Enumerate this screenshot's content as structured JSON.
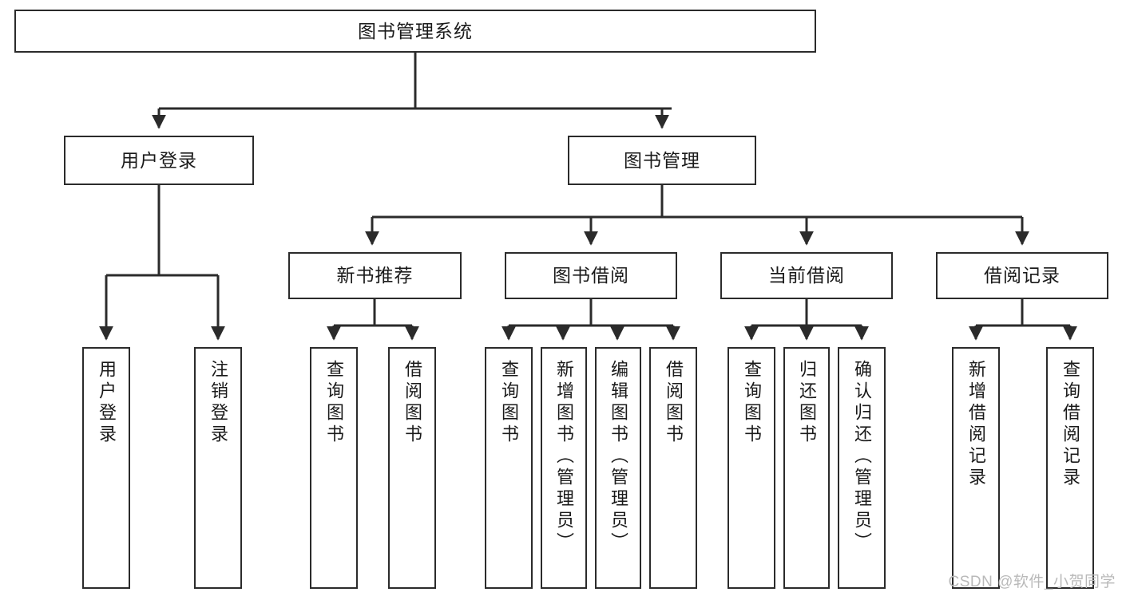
{
  "diagram": {
    "title": "图书管理系统",
    "watermark": "CSDN @软件_小贺同学",
    "stroke_color": "#2b2b2b",
    "fill_color": "#ffffff",
    "background_color": "#ffffff",
    "watermark_color": "#b9b9b9"
  },
  "nodes": {
    "root": {
      "label": "图书管理系统"
    },
    "level2": [
      {
        "id": "user-login",
        "label": "用户登录"
      },
      {
        "id": "book-manage",
        "label": "图书管理"
      }
    ],
    "level3": [
      {
        "id": "new-book-recommend",
        "label": "新书推荐"
      },
      {
        "id": "book-borrow",
        "label": "图书借阅"
      },
      {
        "id": "current-borrow",
        "label": "当前借阅"
      },
      {
        "id": "borrow-record",
        "label": "借阅记录"
      }
    ],
    "leaves": [
      {
        "id": "leaf-user-login",
        "label": "用户登录",
        "parent": "user-login"
      },
      {
        "id": "leaf-logout",
        "label": "注销登录",
        "parent": "user-login"
      },
      {
        "id": "leaf-query-book-1",
        "label": "查询图书",
        "parent": "new-book-recommend"
      },
      {
        "id": "leaf-borrow-book-1",
        "label": "借阅图书",
        "parent": "new-book-recommend"
      },
      {
        "id": "leaf-query-book-2",
        "label": "查询图书",
        "parent": "book-borrow"
      },
      {
        "id": "leaf-add-book",
        "label": "新增图书（管理员）",
        "parent": "book-borrow"
      },
      {
        "id": "leaf-edit-book",
        "label": "编辑图书（管理员）",
        "parent": "book-borrow"
      },
      {
        "id": "leaf-borrow-book-2",
        "label": "借阅图书",
        "parent": "book-borrow"
      },
      {
        "id": "leaf-query-book-3",
        "label": "查询图书",
        "parent": "current-borrow"
      },
      {
        "id": "leaf-return-book",
        "label": "归还图书",
        "parent": "current-borrow"
      },
      {
        "id": "leaf-confirm-return",
        "label": "确认归还（管理员）",
        "parent": "current-borrow"
      },
      {
        "id": "leaf-add-record",
        "label": "新增借阅记录",
        "parent": "borrow-record"
      },
      {
        "id": "leaf-query-record",
        "label": "查询借阅记录",
        "parent": "borrow-record"
      }
    ]
  },
  "chart_data": {
    "type": "tree-diagram",
    "title": "图书管理系统",
    "root": "图书管理系统",
    "edges": [
      [
        "图书管理系统",
        "用户登录"
      ],
      [
        "图书管理系统",
        "图书管理"
      ],
      [
        "用户登录",
        "用户登录"
      ],
      [
        "用户登录",
        "注销登录"
      ],
      [
        "图书管理",
        "新书推荐"
      ],
      [
        "图书管理",
        "图书借阅"
      ],
      [
        "图书管理",
        "当前借阅"
      ],
      [
        "图书管理",
        "借阅记录"
      ],
      [
        "新书推荐",
        "查询图书"
      ],
      [
        "新书推荐",
        "借阅图书"
      ],
      [
        "图书借阅",
        "查询图书"
      ],
      [
        "图书借阅",
        "新增图书（管理员）"
      ],
      [
        "图书借阅",
        "编辑图书（管理员）"
      ],
      [
        "图书借阅",
        "借阅图书"
      ],
      [
        "当前借阅",
        "查询图书"
      ],
      [
        "当前借阅",
        "归还图书"
      ],
      [
        "当前借阅",
        "确认归还（管理员）"
      ],
      [
        "借阅记录",
        "新增借阅记录"
      ],
      [
        "借阅记录",
        "查询借阅记录"
      ]
    ],
    "levels": 4
  }
}
